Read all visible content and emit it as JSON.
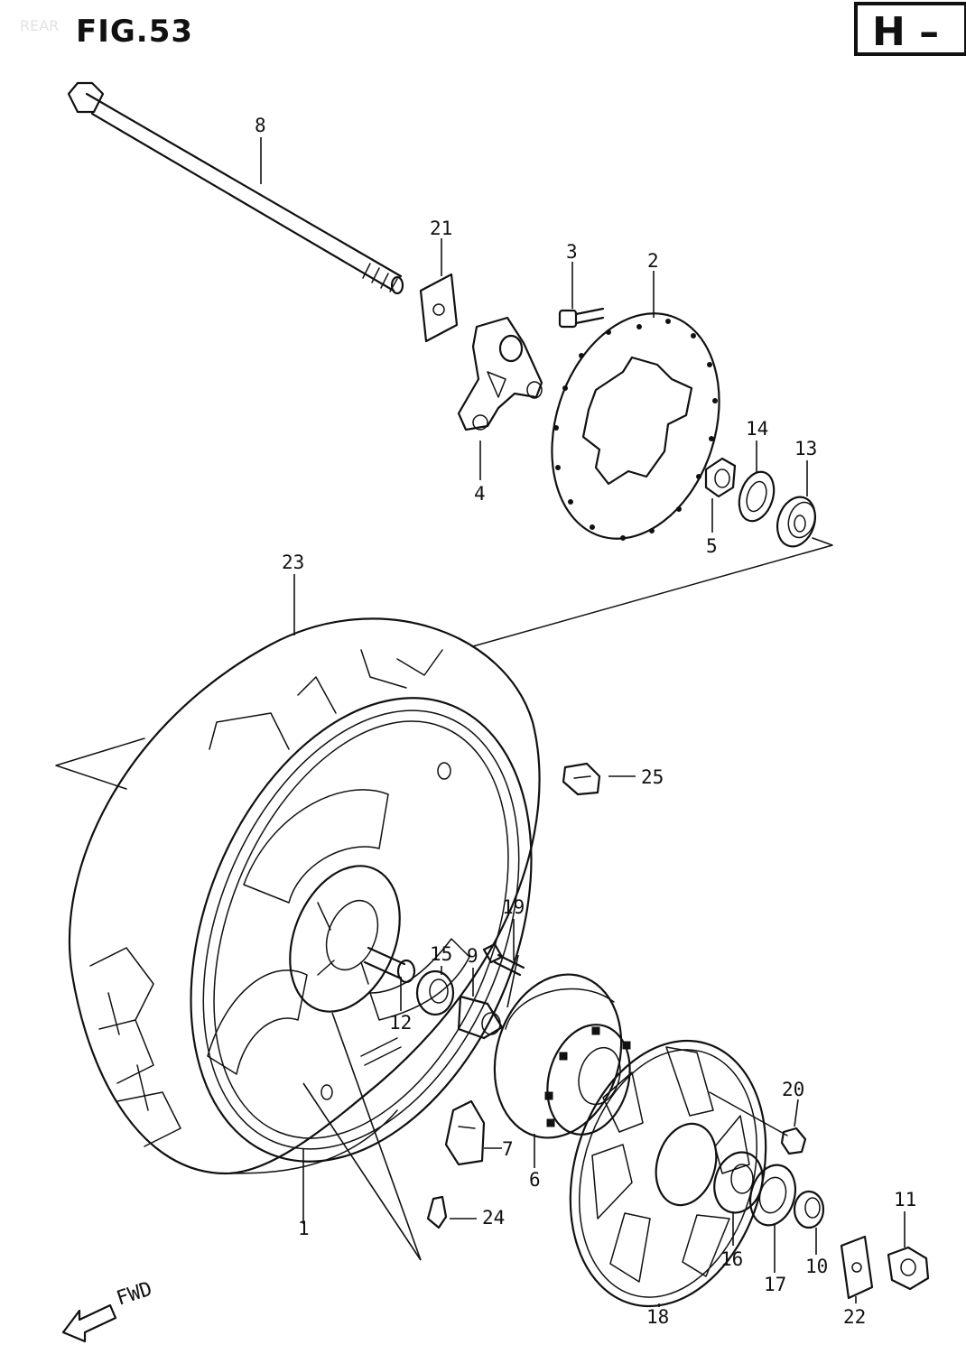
{
  "header": {
    "watermark": "REAR",
    "figure_title": "FIG.53",
    "section_badge": "H –"
  },
  "direction_label": "FWD",
  "callouts": [
    {
      "id": "part-1",
      "text": "1"
    },
    {
      "id": "part-2",
      "text": "2"
    },
    {
      "id": "part-3",
      "text": "3"
    },
    {
      "id": "part-4",
      "text": "4"
    },
    {
      "id": "part-5",
      "text": "5"
    },
    {
      "id": "part-6",
      "text": "6"
    },
    {
      "id": "part-7",
      "text": "7"
    },
    {
      "id": "part-8",
      "text": "8"
    },
    {
      "id": "part-9",
      "text": "9"
    },
    {
      "id": "part-10",
      "text": "10"
    },
    {
      "id": "part-11",
      "text": "11"
    },
    {
      "id": "part-12",
      "text": "12"
    },
    {
      "id": "part-13",
      "text": "13"
    },
    {
      "id": "part-14",
      "text": "14"
    },
    {
      "id": "part-15",
      "text": "15"
    },
    {
      "id": "part-16",
      "text": "16"
    },
    {
      "id": "part-17",
      "text": "17"
    },
    {
      "id": "part-18",
      "text": "18"
    },
    {
      "id": "part-19",
      "text": "19"
    },
    {
      "id": "part-20",
      "text": "20"
    },
    {
      "id": "part-21",
      "text": "21"
    },
    {
      "id": "part-22",
      "text": "22"
    },
    {
      "id": "part-23",
      "text": "23"
    },
    {
      "id": "part-24",
      "text": "24"
    },
    {
      "id": "part-25",
      "text": "25"
    }
  ]
}
